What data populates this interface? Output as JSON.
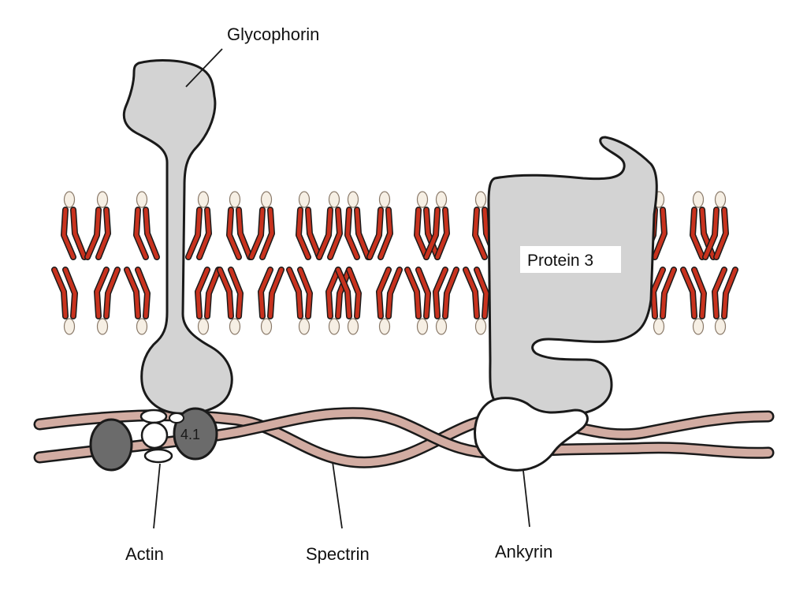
{
  "diagram": {
    "labels": {
      "glycophorin": "Glycophorin",
      "protein3": "Protein 3",
      "band41": "4.1",
      "actin": "Actin",
      "spectrin": "Spectrin",
      "ankyrin": "Ankyrin"
    },
    "colors": {
      "lipid_tail": "#c8321e",
      "lipid_head": "#f6efe4",
      "protein": "#d3d3d3",
      "spectrin": "#d2aca2",
      "band41": "#6b6b6b",
      "ankyrin": "#ffffff",
      "outline": "#1a1a1a"
    }
  }
}
